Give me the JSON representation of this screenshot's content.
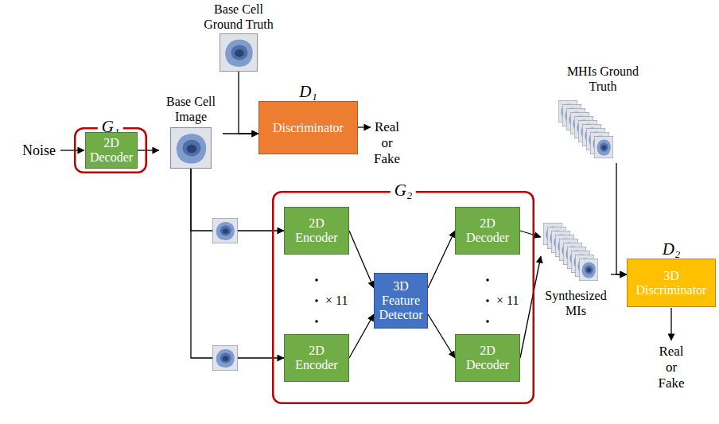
{
  "diagram": {
    "nodes": [
      {
        "text": [
          "G₁"
        ]
      },
      {
        "text": [
          "2D Decoder"
        ],
        "in": 0
      },
      {
        "text": [
          "Base Cell Image"
        ]
      },
      {
        "text": [
          "Base Cell Ground Truth"
        ]
      },
      {
        "text": [
          "D₁",
          "Discriminator"
        ]
      },
      {
        "text": [
          "G₂"
        ]
      },
      {
        "text": [
          "2D Encoder"
        ],
        "in": 5
      },
      {
        "text": [
          "2D Encoder"
        ],
        "in": 5
      },
      {
        "text": [
          "3D Feature Detector"
        ],
        "in": 5
      },
      {
        "text": [
          "2D Decoder"
        ],
        "in": 5
      },
      {
        "text": [
          "2D Decoder"
        ],
        "in": 5
      },
      {
        "text": [
          "MHIs Ground Truth"
        ]
      },
      {
        "text": [
          "Synthesized MIs"
        ]
      },
      {
        "text": [
          "D₂",
          "3D Discriminator"
        ]
      }
    ],
    "edges": [
      {
        "from": 1,
        "to": 2,
        "arrow": "to"
      },
      {
        "from": 2,
        "to": 4,
        "arrow": "to"
      },
      {
        "from": 3,
        "to": 4,
        "arrow": "to"
      },
      {
        "from": 2,
        "to": 6,
        "arrow": "to"
      },
      {
        "from": 2,
        "to": 7,
        "arrow": "to"
      },
      {
        "from": 6,
        "to": 8,
        "arrow": "to"
      },
      {
        "from": 7,
        "to": 8,
        "arrow": "to"
      },
      {
        "from": 8,
        "to": 9,
        "arrow": "to"
      },
      {
        "from": 8,
        "to": 10,
        "arrow": "to"
      },
      {
        "from": 9,
        "to": 12,
        "arrow": "to"
      },
      {
        "from": 10,
        "to": 12,
        "arrow": "to"
      },
      {
        "from": 12,
        "to": 13,
        "arrow": "to"
      },
      {
        "from": 11,
        "to": 13,
        "arrow": "to"
      }
    ],
    "labels": [
      "Noise",
      "Real or Fake",
      "× 11",
      "× 11",
      "Real or Fake"
    ]
  }
}
